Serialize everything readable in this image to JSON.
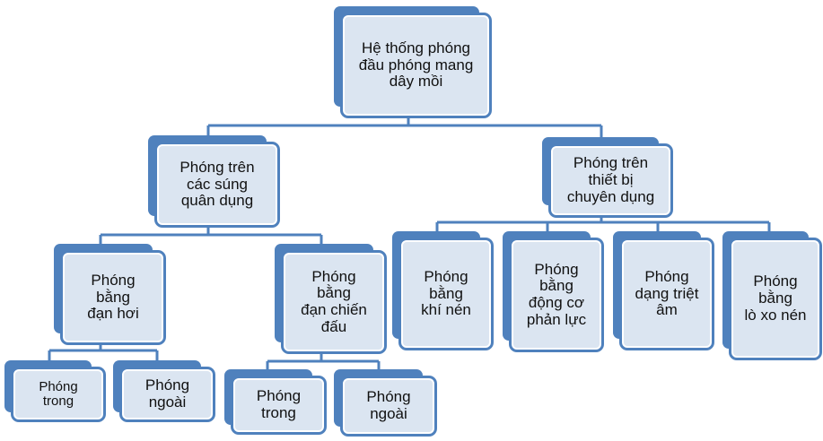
{
  "colors": {
    "accent": "#4f81bd",
    "fill": "#dbe5f1",
    "line": "#4f81bd"
  },
  "nodes": {
    "root": "Hệ thống phóng\nđầu phóng mang\ndây mồi",
    "left": "Phóng trên\ncác súng\nquân dụng",
    "right": "Phóng trên\nthiết bị\nchuyên dụng",
    "air_gun": "Phóng\nbằng\nđạn hơi",
    "combat_round": "Phóng\nbằng\nđạn chiến\nđấu",
    "compressed_air": "Phóng\nbằng\nkhí nén",
    "jet_engine": "Phóng\nbằng\nđộng cơ\nphản lực",
    "recoilless": "Phóng\ndạng triệt\nâm",
    "spring": "Phóng\nbằng\nlò xo  nén",
    "air_inner": "Phóng\ntrong",
    "air_outer": "Phóng\nngoài",
    "combat_inner": "Phóng\ntrong",
    "combat_outer": "Phóng\nngoài"
  }
}
